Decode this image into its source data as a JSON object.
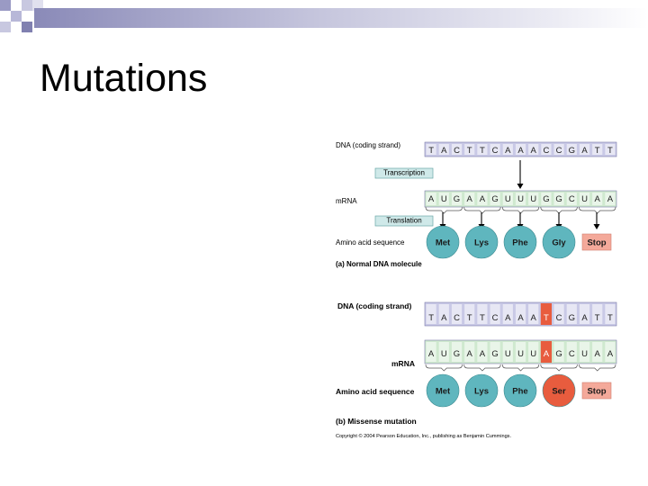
{
  "slide": {
    "title": "Mutations"
  },
  "colors": {
    "accent": "#8a8ab8",
    "dna_strip": "#c9c9e6",
    "mrna_strip": "#cfe9cf",
    "process_box": "#cfe9e9",
    "amino_fill": "#5fb6be",
    "stop_fill": "#f4a99a",
    "mutation_fill": "#e85c3e"
  },
  "figure_a": {
    "dna_label": "DNA (coding strand)",
    "dna_bases": [
      "T",
      "A",
      "C",
      "T",
      "T",
      "C",
      "A",
      "A",
      "A",
      "C",
      "C",
      "G",
      "A",
      "T",
      "T"
    ],
    "transcription_label": "Transcription",
    "mrna_label": "mRNA",
    "mrna_bases": [
      "A",
      "U",
      "G",
      "A",
      "A",
      "G",
      "U",
      "U",
      "U",
      "G",
      "G",
      "C",
      "U",
      "A",
      "A"
    ],
    "translation_label": "Translation",
    "amino_label": "Amino acid sequence",
    "amino_acids": [
      "Met",
      "Lys",
      "Phe",
      "Gly",
      "Stop"
    ],
    "caption": "(a) Normal DNA molecule"
  },
  "figure_b": {
    "dna_label": "DNA (coding strand)",
    "dna_bases": [
      "T",
      "A",
      "C",
      "T",
      "T",
      "C",
      "A",
      "A",
      "A",
      "T",
      "C",
      "G",
      "A",
      "T",
      "T"
    ],
    "mrna_label": "mRNA",
    "mrna_bases": [
      "A",
      "U",
      "G",
      "A",
      "A",
      "G",
      "U",
      "U",
      "U",
      "A",
      "G",
      "C",
      "U",
      "A",
      "A"
    ],
    "mutated_index": 9,
    "amino_label": "Amino acid sequence",
    "amino_acids": [
      "Met",
      "Lys",
      "Phe",
      "Ser",
      "Stop"
    ],
    "mutated_amino_index": 3,
    "caption": "(b) Missense mutation"
  },
  "copyright": "Copyright © 2004 Pearson Education, Inc., publishing as Benjamin Cummings."
}
